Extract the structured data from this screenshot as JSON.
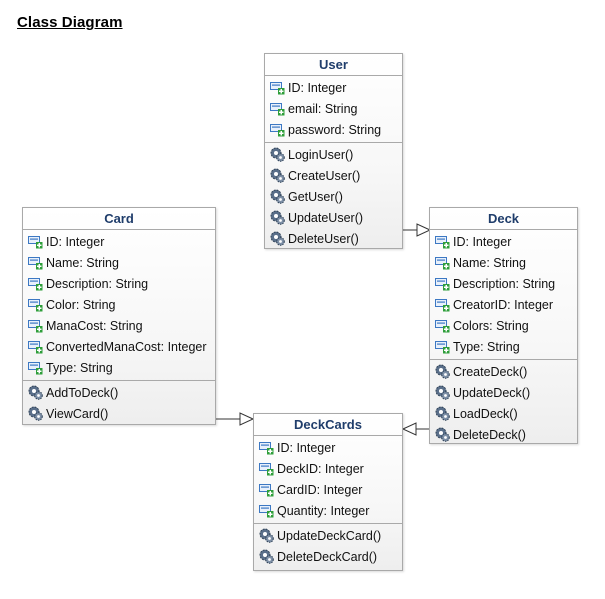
{
  "title": "Class Diagram",
  "colors": {
    "class_name": "#1f3d6b",
    "border": "#a9a9a9",
    "attribute_icon": "#3c78c3",
    "attribute_plus": "#2e9e3a",
    "operation_icon": "#5a6f8a"
  },
  "icons": {
    "attribute": "field-icon",
    "operation": "method-icon"
  },
  "classes": {
    "user": {
      "name": "User",
      "attributes": [
        "ID: Integer",
        "email: String",
        "password: String"
      ],
      "operations": [
        "LoginUser()",
        "CreateUser()",
        "GetUser()",
        "UpdateUser()",
        "DeleteUser()"
      ]
    },
    "card": {
      "name": "Card",
      "attributes": [
        "ID: Integer",
        "Name: String",
        "Description: String",
        "Color: String",
        "ManaCost: String",
        "ConvertedManaCost: Integer",
        "Type: String"
      ],
      "operations": [
        "AddToDeck()",
        "ViewCard()"
      ]
    },
    "deck": {
      "name": "Deck",
      "attributes": [
        "ID: Integer",
        "Name: String",
        "Description: String",
        "CreatorID: Integer",
        "Colors: String",
        "Type: String"
      ],
      "operations": [
        "CreateDeck()",
        "UpdateDeck()",
        "LoadDeck()",
        "DeleteDeck()"
      ]
    },
    "deckcards": {
      "name": "DeckCards",
      "attributes": [
        "ID: Integer",
        "DeckID: Integer",
        "CardID: Integer",
        "Quantity: Integer"
      ],
      "operations": [
        "UpdateDeckCard()",
        "DeleteDeckCard()"
      ]
    }
  },
  "relationships": [
    {
      "from": "User",
      "to": "Deck",
      "type": "directed-association"
    },
    {
      "from": "Card",
      "to": "DeckCards",
      "type": "directed-association"
    },
    {
      "from": "Deck",
      "to": "DeckCards",
      "type": "directed-association"
    }
  ]
}
